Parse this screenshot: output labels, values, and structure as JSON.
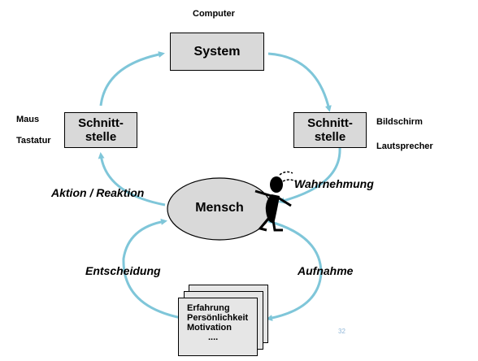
{
  "diagram": {
    "top_label": "Computer",
    "system_box": "System",
    "left_box": {
      "line1": "Schnitt-",
      "line2": "stelle"
    },
    "right_box": {
      "line1": "Schnitt-",
      "line2": "stelle"
    },
    "left_devices": [
      "Maus",
      "Tastatur"
    ],
    "right_devices": [
      "Bildschirm",
      "Lautsprecher"
    ],
    "center_ellipse": "Mensch",
    "cycle_labels": {
      "aktion": "Aktion / Reaktion",
      "wahrnehmung": "Wahrnehmung",
      "entscheidung": "Entscheidung",
      "aufnahme": "Aufnahme"
    },
    "cards": [
      "Erfahrung",
      "Persönlichkeit",
      "Motivation",
      "...."
    ],
    "page_number": "32",
    "colors": {
      "arrow": "#7fc6d9",
      "box_fill": "#d9d9d9",
      "ellipse_fill": "#d9d9d9"
    }
  }
}
